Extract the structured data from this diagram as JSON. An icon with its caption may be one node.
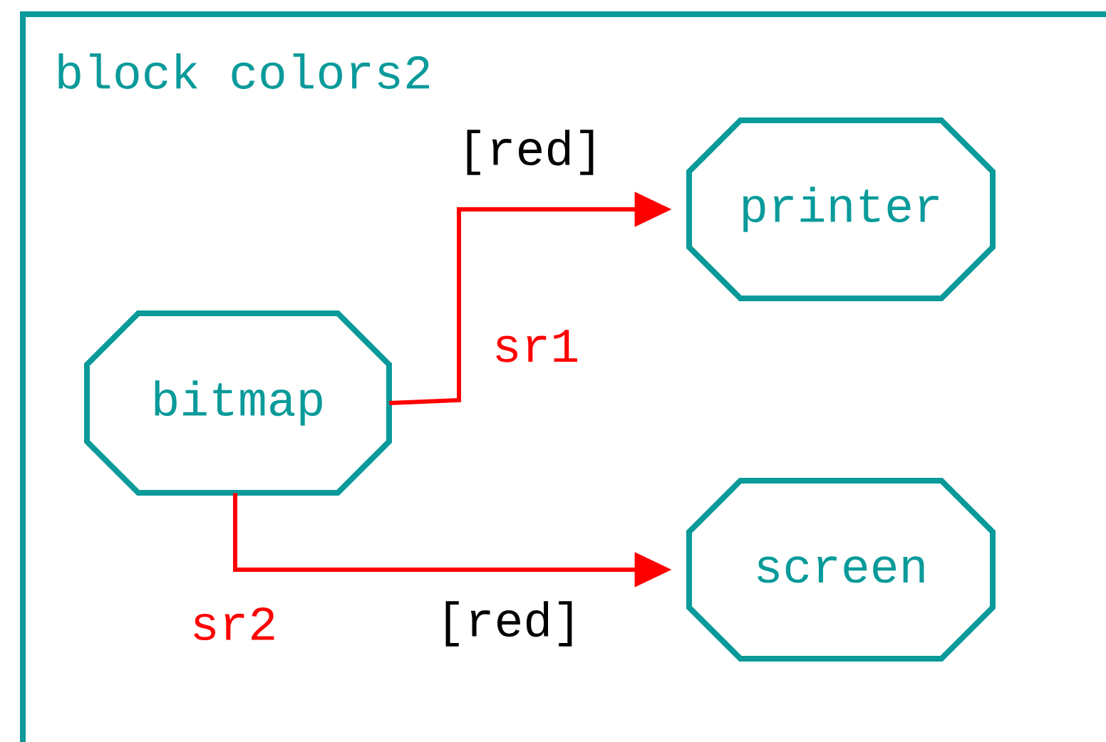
{
  "diagram": {
    "nodes": [
      {
        "text": [
          "block colors2"
        ]
      },
      {
        "text": [
          "bitmap"
        ],
        "in": 0
      },
      {
        "text": [
          "printer"
        ],
        "in": 0
      },
      {
        "text": [
          "screen"
        ],
        "in": 0
      }
    ],
    "edges": [
      {
        "from": 1,
        "to": 2,
        "arrow": "to",
        "label": "sr1"
      },
      {
        "from": 1,
        "to": 3,
        "arrow": "to",
        "label": "sr2"
      }
    ],
    "labels": [
      "[red]",
      "[red]"
    ]
  }
}
